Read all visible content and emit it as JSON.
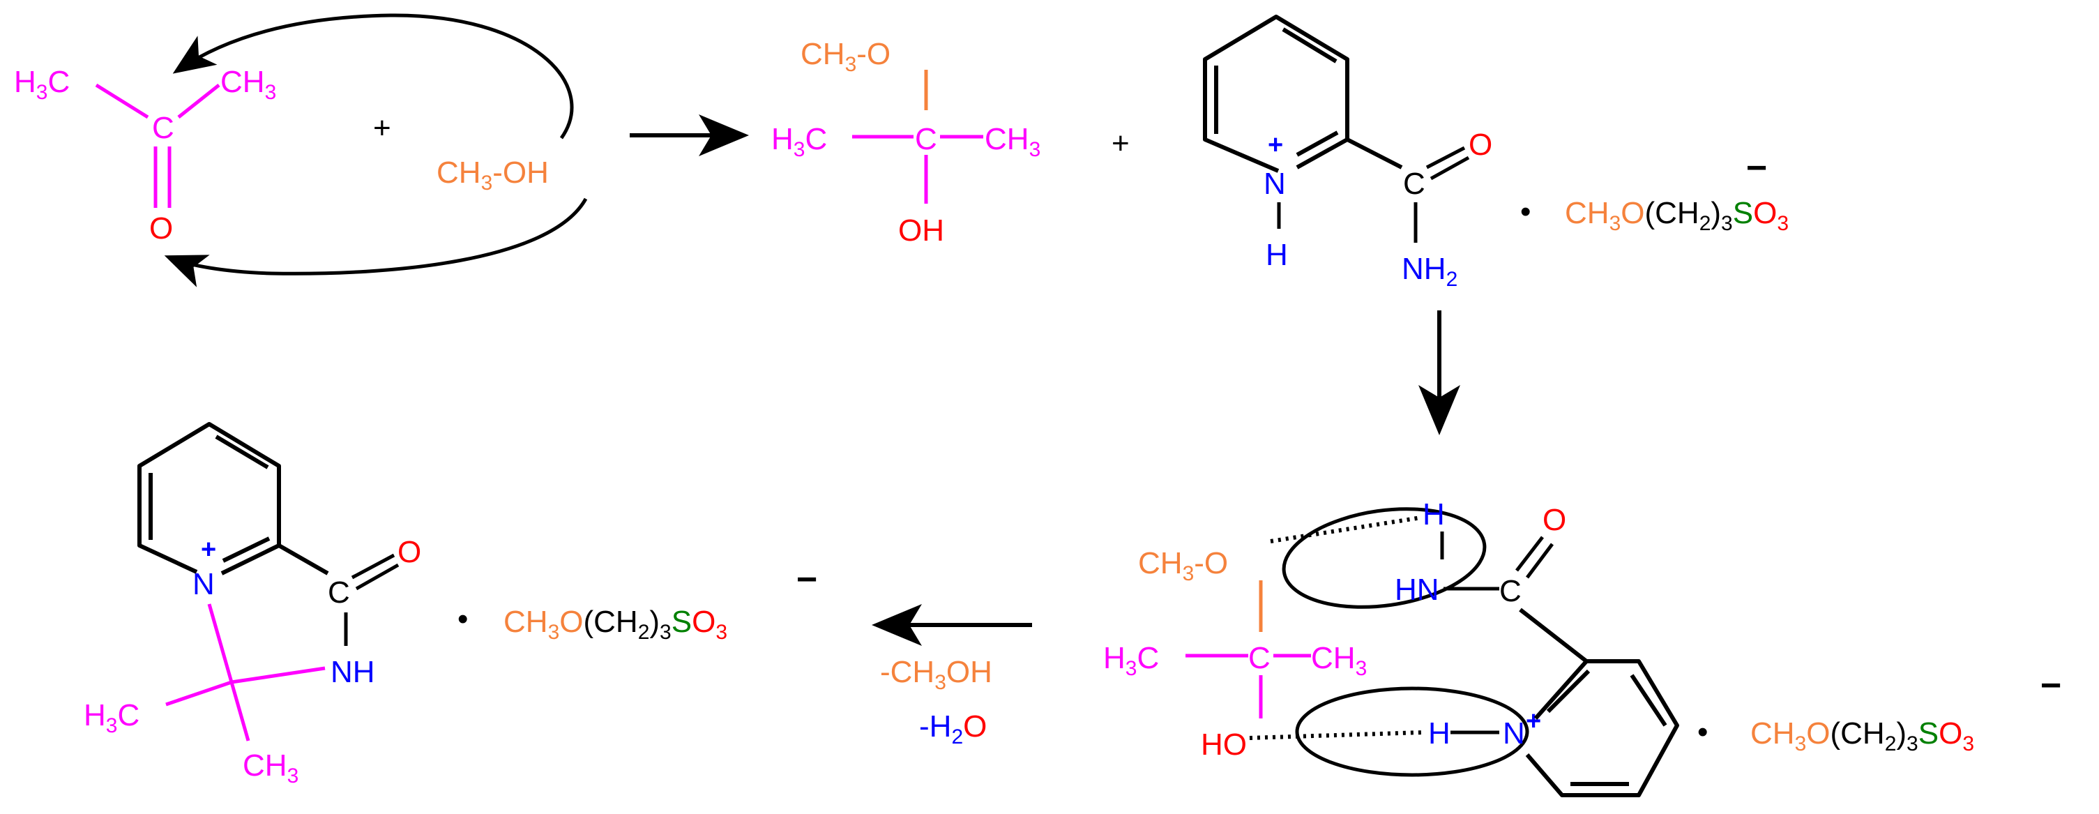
{
  "colors": {
    "magenta": "#ff00ff",
    "orange": "#f5823c",
    "red": "#ff0000",
    "blue": "#0000ff",
    "green": "#008000",
    "black": "#000000"
  },
  "reactants": {
    "acetone": {
      "h3c_left": "H",
      "h3c_left_sub": "3",
      "h3c_left_c": "C",
      "ch3_right_c": "CH",
      "ch3_right_sub": "3",
      "carbon": "C",
      "oxygen": "O"
    },
    "plus": "+",
    "methanol": {
      "ch3": "CH",
      "sub": "3",
      "oh": "-OH"
    }
  },
  "hemiketal": {
    "ch3o": "CH",
    "ch3o_sub": "3",
    "ch3o_o": "-O",
    "h3c": "H",
    "h3c_sub": "3",
    "h3c_c": "C",
    "carbon": "C",
    "ch3": "CH",
    "ch3_sub": "3",
    "oh": "OH"
  },
  "plus2": "+",
  "pyridinium_amide": {
    "n": "N",
    "charge": "+",
    "h": "H",
    "c": "C",
    "o": "O",
    "nh": "NH",
    "nh_sub": "2"
  },
  "counterion": {
    "dot": "•",
    "a": "CH",
    "a_sub": "3",
    "b": "O(CH",
    "b_sub": "2",
    "c": ")",
    "c_sub": "3",
    "s": "S",
    "o": "O",
    "o_sub": "3",
    "minus": "−"
  },
  "complex": {
    "h_top": "H",
    "o_top": "O",
    "ch3o": "CH",
    "ch3o_sub": "3",
    "ch3o_o": "-O",
    "hn": "HN",
    "c": "C",
    "h3c": "H",
    "h3c_sub": "3",
    "h3c_c": "C",
    "center_c": "C",
    "ch3": "CH",
    "ch3_sub": "3",
    "ho": "HO",
    "h_bottom": "H",
    "n": "N",
    "charge": "+"
  },
  "conditions": {
    "line1": "-CH",
    "line1_sub": "3",
    "line1_end": "OH",
    "line2a": "-H",
    "line2_sub": "2",
    "line2b": "O"
  },
  "product": {
    "n": "N",
    "charge": "+",
    "c": "C",
    "o": "O",
    "nh": "NH",
    "h3c": "H",
    "h3c_sub": "3",
    "h3c_c": "C",
    "ch3": "CH",
    "ch3_sub": "3"
  }
}
